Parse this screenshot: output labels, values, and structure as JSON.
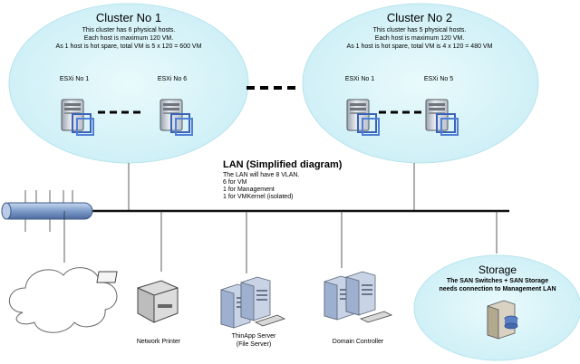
{
  "clusters": [
    {
      "title": "Cluster No 1",
      "desc1": "This cluster has 6 physical hosts.",
      "desc2": "Each host is maximum 120 VM.",
      "desc3": "As 1 host is hot spare, total VM is 5 x 120 = 600 VM",
      "host_a": "ESXi No 1",
      "host_b": "ESXi No 6"
    },
    {
      "title": "Cluster No 2",
      "desc1": "This cluster has 5 physical hosts.",
      "desc2": "Each host is maximum 120 VM.",
      "desc3": "As 1 host is hot spare, total VM is 4 x 120 = 480 VM",
      "host_a": "ESXi No 1",
      "host_b": "ESXi No 5"
    }
  ],
  "lan": {
    "title": "LAN (Simplified diagram)",
    "line1": "The LAN will have 8 VLAN.",
    "line2": "6 for VM",
    "line3": "1 for Management",
    "line4": "1 for VMKernel (isolated)"
  },
  "storage": {
    "title": "Storage",
    "line1": "The SAN Switches + SAN Storage",
    "line2": "needs connection to Management LAN"
  },
  "devices": {
    "printer": "Network Printer",
    "thinapp1": "ThinApp Server",
    "thinapp2": "(File Server)",
    "dc": "Domain Controller"
  },
  "colors": {
    "bubble": "#d6f3f8",
    "bubble_edge": "#b7e3ec",
    "bus": "#111111",
    "hub": "#6f8fbf"
  }
}
